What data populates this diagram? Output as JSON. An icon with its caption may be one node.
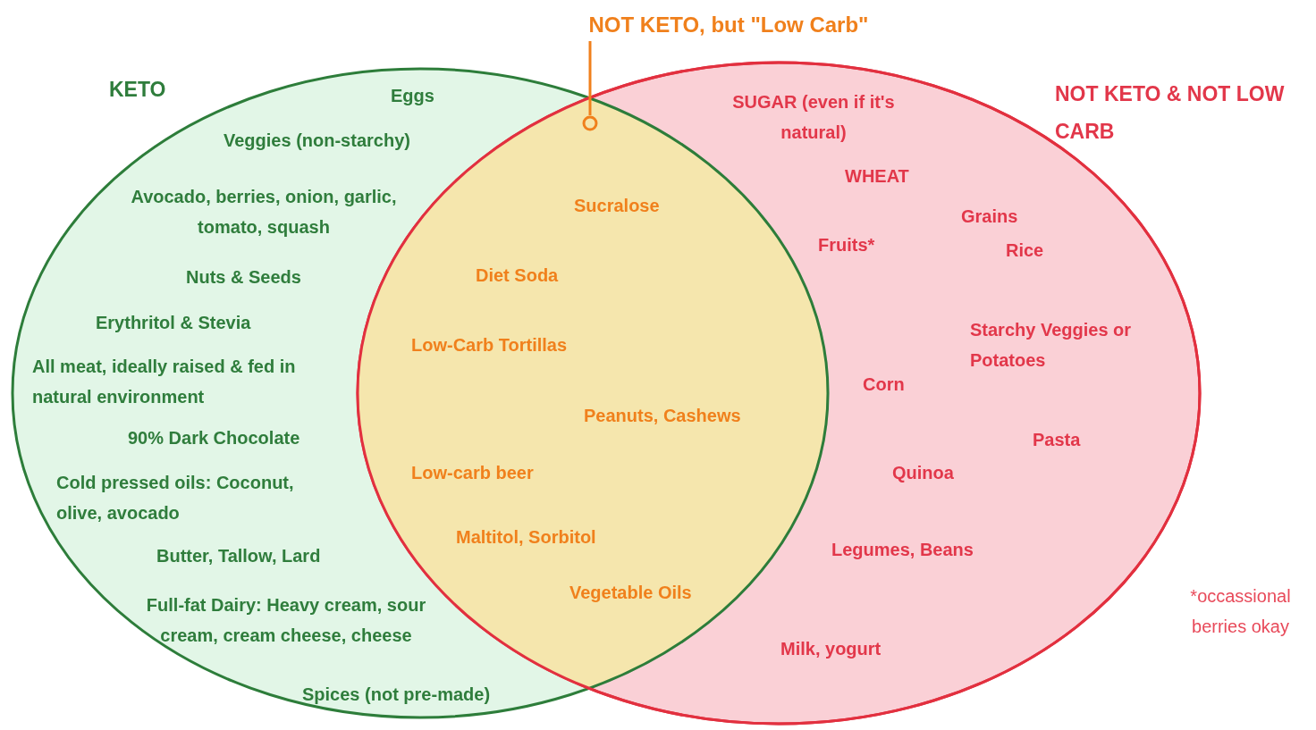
{
  "diagram": {
    "nodes": [
      {
        "text": [
          "KETO"
        ]
      },
      {
        "text": [
          "NOT KETO & NOT LOW CARB"
        ]
      },
      {
        "text": [
          "NOT KETO, but \"Low Carb\""
        ]
      },
      {
        "text": [],
        "shape": "circle"
      }
    ],
    "edges": [
      {
        "from": 2,
        "to": 3,
        "arrow": "none"
      }
    ],
    "labels": [
      "Eggs",
      "Veggies (non-starchy)",
      "Avocado, berries, onion, garlic, tomato, squash",
      "Nuts & Seeds",
      "Erythritol & Stevia",
      "All meat, ideally raised & fed in natural environment",
      "90% Dark Chocolate",
      "Cold pressed oils: Coconut, olive, avocado",
      "Butter, Tallow, Lard",
      "Full-fat Dairy: Heavy cream, sour cream, cream cheese, cheese",
      "Spices (not pre-made)",
      "Sucralose",
      "Diet Soda",
      "Low-Carb Tortillas",
      "Peanuts, Cashews",
      "Low-carb beer",
      "Maltitol, Sorbitol",
      "Vegetable Oils",
      "SUGAR (even if it's natural)",
      "WHEAT",
      "Grains",
      "Fruits*",
      "Rice",
      "Starchy Veggies or Potatoes",
      "Corn",
      "Pasta",
      "Quinoa",
      "Legumes, Beans",
      "Milk, yogurt",
      "*occassional berries okay"
    ]
  }
}
